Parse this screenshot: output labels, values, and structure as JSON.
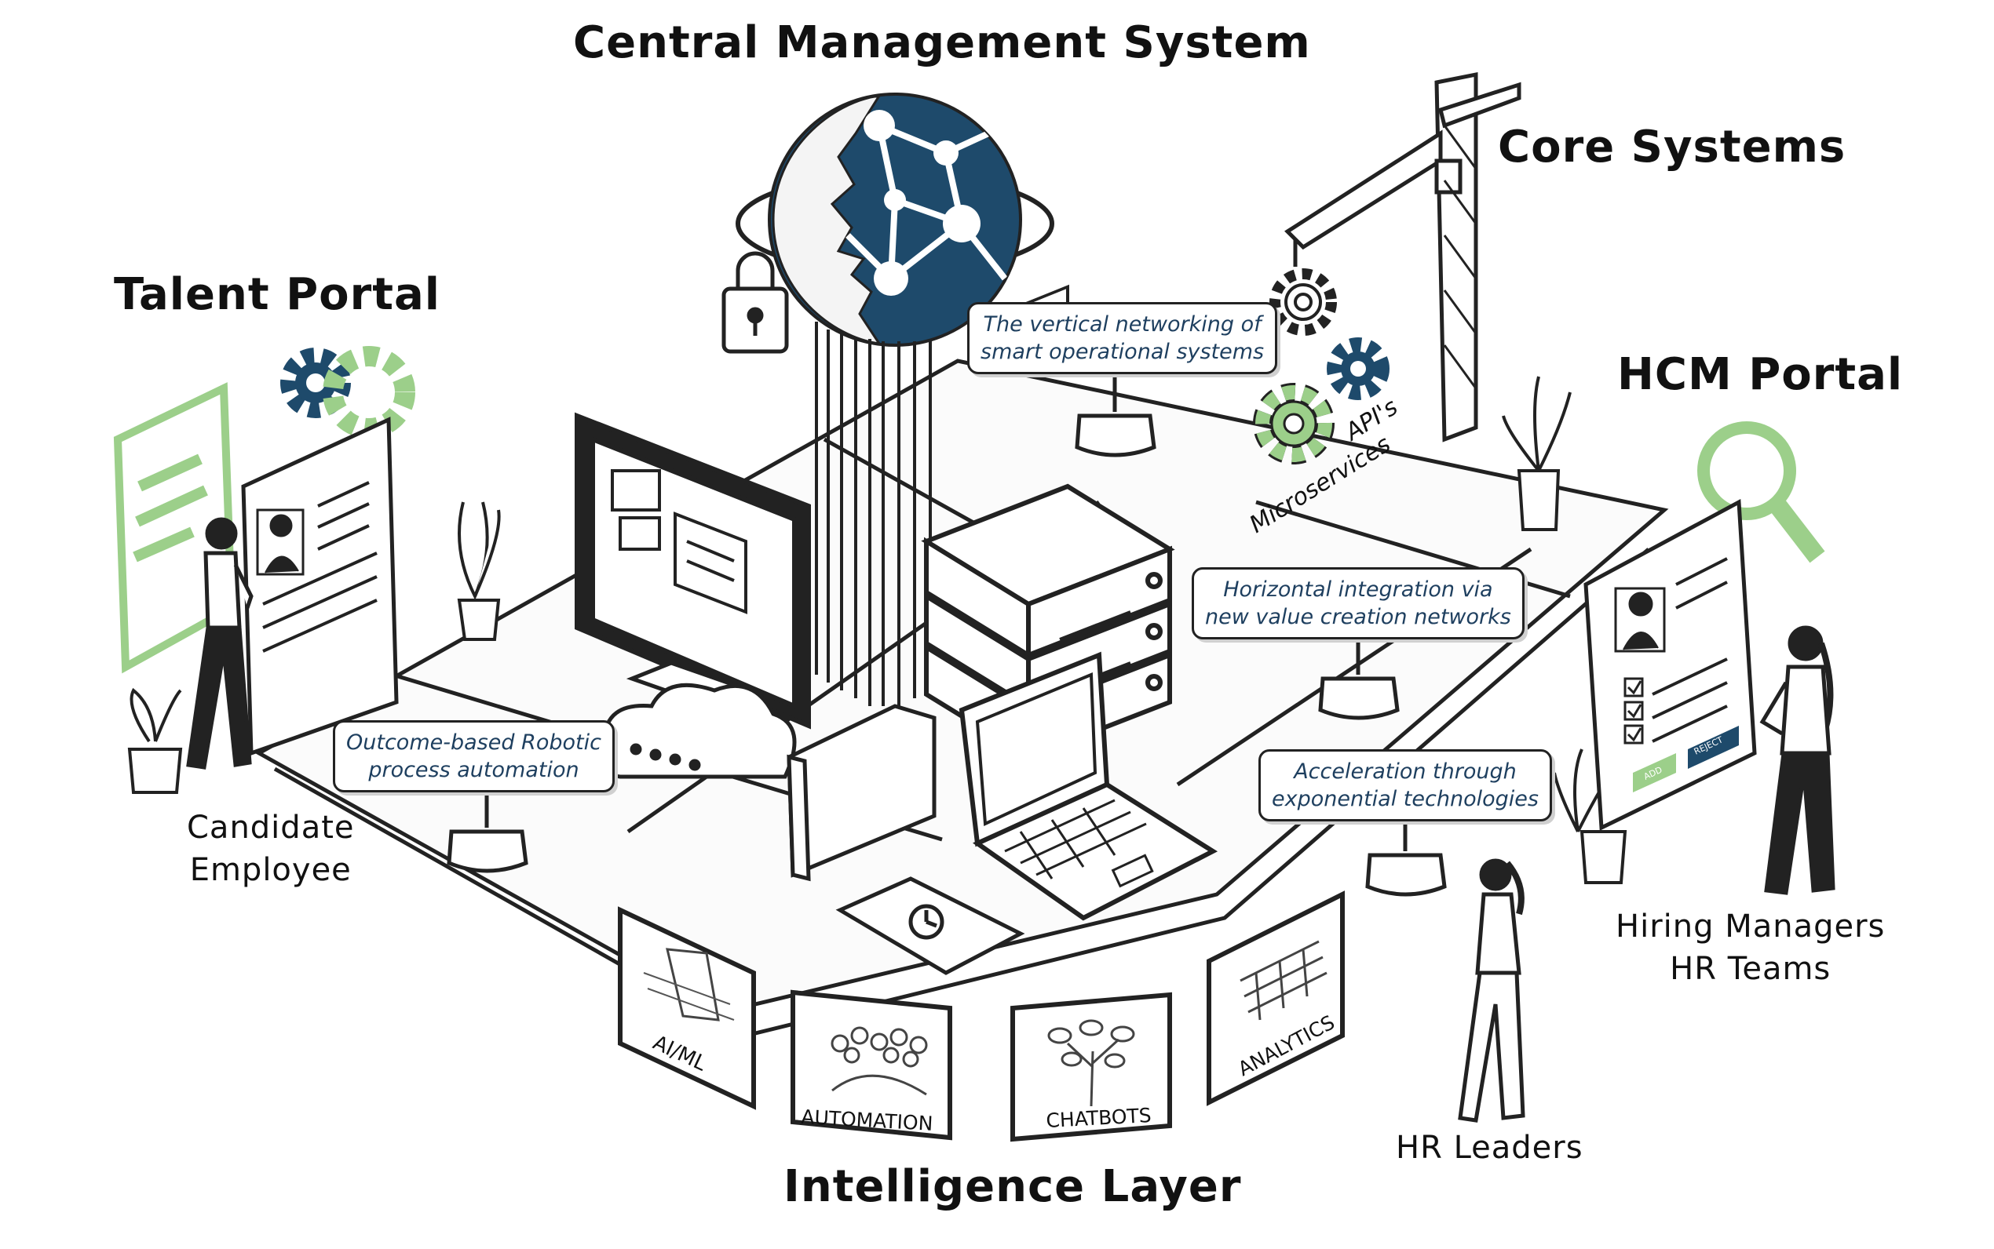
{
  "titles": {
    "central": "Central Management System",
    "core": "Core Systems",
    "talent": "Talent Portal",
    "hcm": "HCM Portal",
    "intelligence": "Intelligence Layer"
  },
  "people": {
    "candidate": [
      "Candidate",
      "Employee"
    ],
    "hiring": [
      "Hiring Managers",
      "HR Teams"
    ],
    "hr_leaders": "HR Leaders"
  },
  "callouts": {
    "vertical": [
      "The vertical networking of",
      "smart operational systems"
    ],
    "horizontal": [
      "Horizontal integration via",
      "new value creation networks"
    ],
    "rpa": [
      "Outcome-based Robotic",
      "process automation"
    ],
    "acceleration": [
      "Acceleration through",
      "exponential technologies"
    ]
  },
  "core_labels": {
    "apis": "API's",
    "microservices": "Microservices"
  },
  "tiles": {
    "aiml": "AI/ML",
    "automation": "AUTOMATION",
    "chatbots": "CHATBOTS",
    "analytics": "ANALYTICS"
  },
  "hcm_buttons": {
    "add": "ADD",
    "reject": "REJECT"
  },
  "colors": {
    "navy": "#1e4a6b",
    "green": "#9ccf8a",
    "ink": "#111111"
  }
}
